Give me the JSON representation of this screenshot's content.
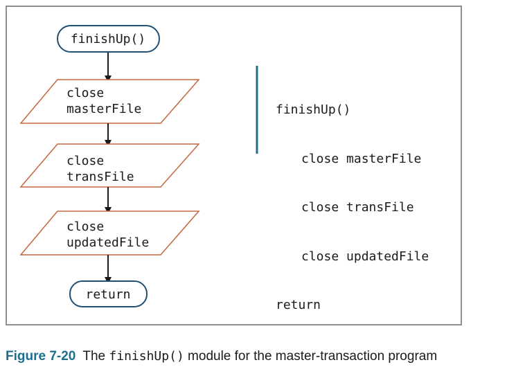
{
  "flowchart": {
    "start": "finishUp()",
    "steps": [
      {
        "line1": "close",
        "line2": "masterFile"
      },
      {
        "line1": "close",
        "line2": "transFile"
      },
      {
        "line1": "close",
        "line2": "updatedFile"
      }
    ],
    "end": "return"
  },
  "pseudocode": {
    "lines": [
      {
        "text": "finishUp()",
        "indent": 0
      },
      {
        "text": "close masterFile",
        "indent": 1
      },
      {
        "text": "close transFile",
        "indent": 1
      },
      {
        "text": "close updatedFile",
        "indent": 1
      },
      {
        "text": "return",
        "indent": 0
      }
    ]
  },
  "caption": {
    "label": "Figure 7-20",
    "prefix": "The ",
    "code": "finishUp()",
    "suffix": " module for the master-transaction program"
  },
  "colors": {
    "terminator_stroke": "#1f4f73",
    "io_stroke": "#c4663e",
    "arrow": "#1a1a1a",
    "bracket": "#1f6e8f",
    "caption_label": "#1f6e8f"
  }
}
